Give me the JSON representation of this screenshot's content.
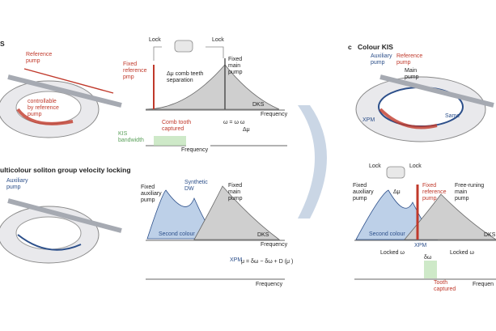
{
  "panel_a": {
    "title_fragment": "S",
    "reference_pump": "Reference\npump",
    "controllable": "controllable\nby reference\npump",
    "lock_left": "Lock",
    "lock_right": "Lock",
    "fixed_reference_pump": "Fixed\nreference\npmp",
    "fixed_main_pump": "Fixed\nmain\npump",
    "comb_teeth": "Δμ comb teeth\nseparation",
    "dks": "DKS",
    "frequency_top": "Frequency",
    "comb_tooth_captured": "Comb tooth\ncaptured",
    "kis_bandwidth": "KIS\nbandwidth",
    "frequency_bottom": "Frequency",
    "omega_eq": "ω = ω     ω",
    "delta_mu": "Δμ"
  },
  "panel_b": {
    "title": "ulticolour soliton group velocity locking",
    "auxiliary_pump": "Auxiliary\npump",
    "fixed_auxiliary_pump": "Fixed\nauxiliary\npump",
    "synthetic_dw": "Synthetic\nDW",
    "fixed_main_pump": "Fixed\nmain\npump",
    "second_colour": "Second colour",
    "dks": "DKS",
    "frequency_top": "Frequency",
    "xpm": "XPM",
    "equation": "μ = δω     − δω     + D  (μ   )",
    "frequency_bottom": "Frequency"
  },
  "panel_c": {
    "letter": "c",
    "title": "Colour KIS",
    "auxiliary_pump": "Auxiliary\npump",
    "reference_pump": "Reference\npump",
    "main_pump": "Main\npump",
    "xpm_left": "XPM",
    "same": "Same",
    "lock_left": "Lock",
    "lock_right": "Lock",
    "fixed_auxiliary_pump": "Fixed\nauxiliary\npump",
    "delta_mu": "Δμ",
    "fixed_reference_pump": "Fixed\nreference\npump",
    "free_running": "Free-runing\nmain\npump",
    "second_colour": "Second colour",
    "dks": "DKS",
    "xpm": "XPM",
    "locked_left": "Locked ω",
    "locked_right": "Locked ω",
    "delta_omega": "δω",
    "tooth_captured": "Tooth\ncaptured",
    "frequency": "Frequen"
  },
  "colors": {
    "red": "#c0392b",
    "blue": "#2c4f8a",
    "green": "#5aa05a",
    "arrow": "#b8c8dc"
  }
}
